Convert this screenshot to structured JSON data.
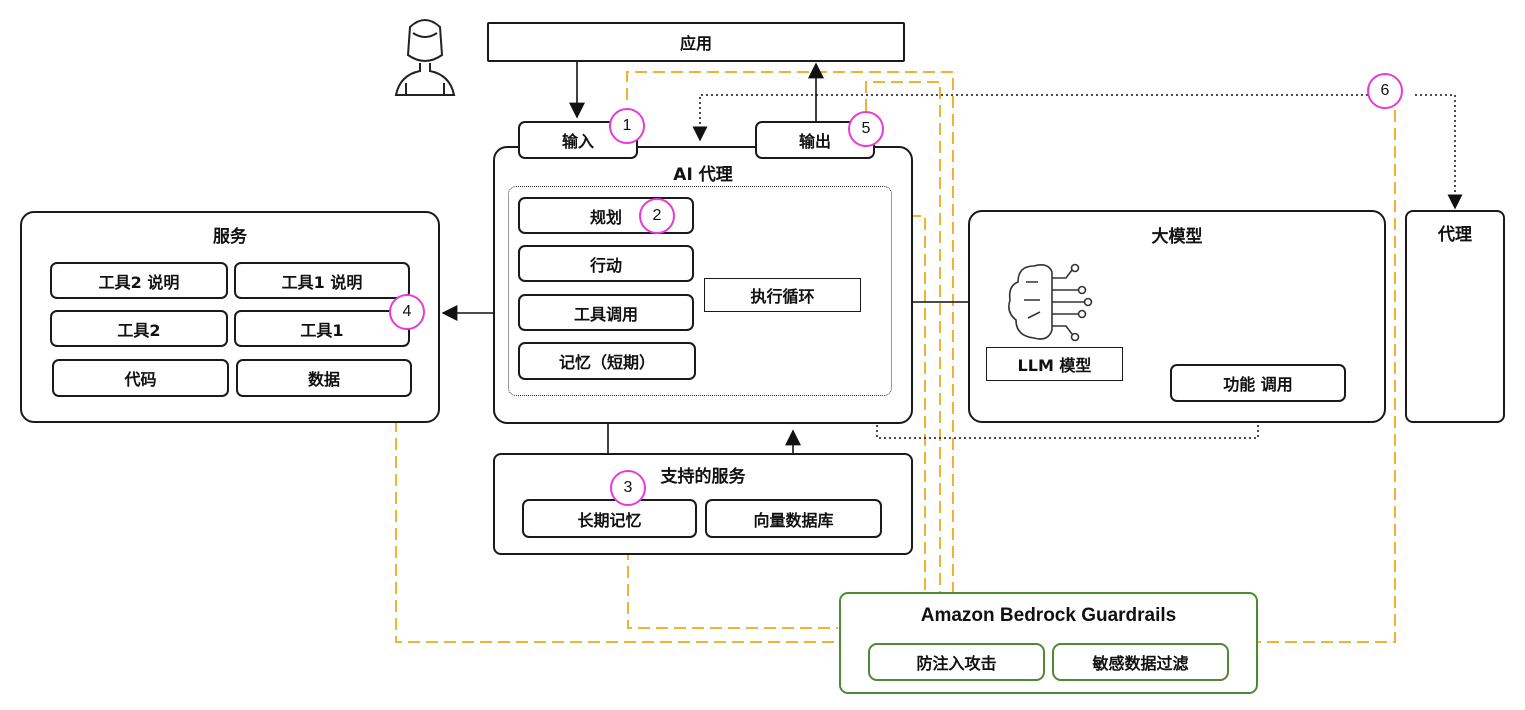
{
  "app": {
    "label": "应用"
  },
  "agent": {
    "title": "AI 代理",
    "input": "输入",
    "output": "输出",
    "plan": "规划",
    "action": "行动",
    "tool_call": "工具调用",
    "memory_short": "记忆（短期）",
    "exec_loop": "执行循环"
  },
  "services": {
    "title": "服务",
    "items": [
      "工具2 说明",
      "工具1 说明",
      "工具2",
      "工具1",
      "代码",
      "数据"
    ]
  },
  "supporting": {
    "title": "支持的服务",
    "long_memory": "长期记忆",
    "vector_db": "向量数据库"
  },
  "llm": {
    "title": "大模型",
    "model_label": "LLM 模型",
    "function_call": "功能 调用"
  },
  "other_agent": {
    "title": "代理"
  },
  "guardrails": {
    "title": "Amazon Bedrock Guardrails",
    "prompt_attack": "防注入攻击",
    "sensitive_filter": "敏感数据过滤"
  },
  "badges": [
    "1",
    "2",
    "3",
    "4",
    "5",
    "6"
  ],
  "colors": {
    "guardrail_line": "#f2b233",
    "badge_border": "#e83ad8",
    "guardrail_border": "#4d8a33"
  }
}
